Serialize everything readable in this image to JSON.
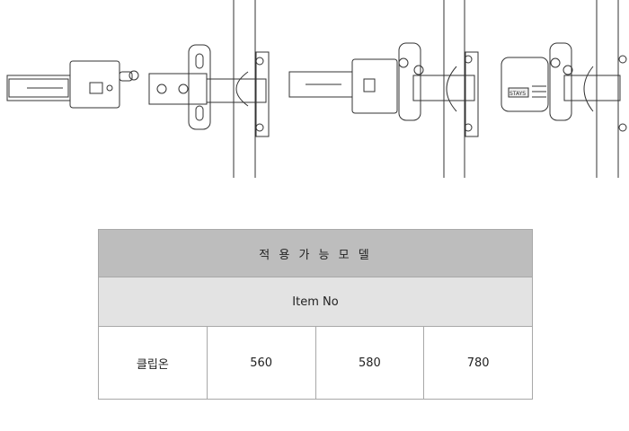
{
  "drawing": {
    "icon": "hinge-assembly-illustration",
    "stamp_label": "STAYS"
  },
  "table": {
    "title": "적 용 가 능 모 델",
    "subtitle": "Item No",
    "row_label": "클립온",
    "models": [
      "560",
      "580",
      "780"
    ]
  }
}
